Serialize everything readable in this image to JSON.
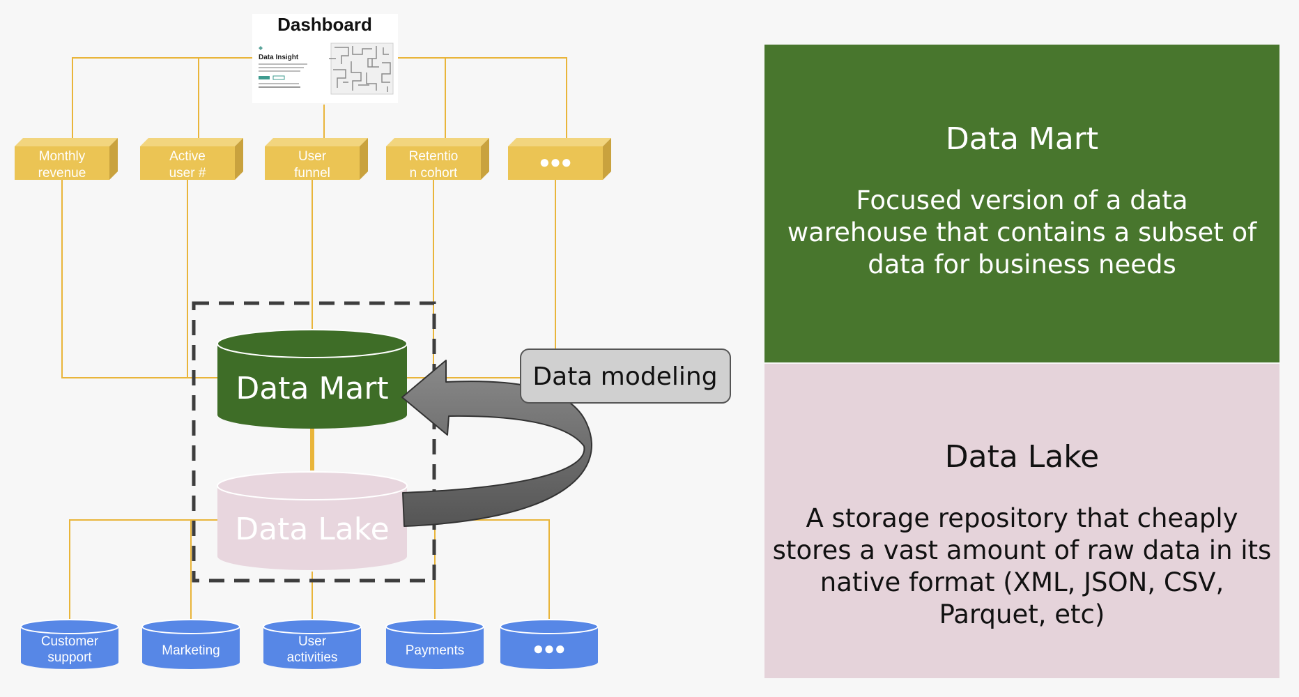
{
  "dashboard": {
    "title": "Dashboard",
    "thumbnail_heading": "Data Insight"
  },
  "metrics": [
    {
      "line1": "Monthly",
      "line2": "revenue"
    },
    {
      "line1": "Active",
      "line2": "user #"
    },
    {
      "line1": "User",
      "line2": "funnel"
    },
    {
      "line1": "Retentio",
      "line2": "n cohort"
    },
    {
      "line1": "●●●",
      "line2": ""
    }
  ],
  "center": {
    "mart_label": "Data Mart",
    "lake_label": "Data Lake",
    "modeling_label": "Data modeling"
  },
  "sources": [
    {
      "line1": "Customer",
      "line2": "support"
    },
    {
      "line1": "Marketing",
      "line2": ""
    },
    {
      "line1": "User",
      "line2": "activities"
    },
    {
      "line1": "Payments",
      "line2": ""
    },
    {
      "line1": "●●●",
      "line2": ""
    }
  ],
  "panels": {
    "mart": {
      "title": "Data Mart",
      "description": "Focused version of a data warehouse that contains a subset of data for business needs"
    },
    "lake": {
      "title": "Data Lake",
      "description": "A storage repository that cheaply stores a vast amount of raw data in its native format (XML, JSON, CSV, Parquet, etc)"
    }
  },
  "colors": {
    "connector": "#e9b53a",
    "metric_front": "#ebc454",
    "metric_side": "#c9a23e",
    "metric_top": "#f2d57e",
    "mart_green": "#3e6d27",
    "lake_pink": "#e8d6de",
    "source_blue": "#5787e6",
    "arrow_gray": "#6d6d6d"
  }
}
